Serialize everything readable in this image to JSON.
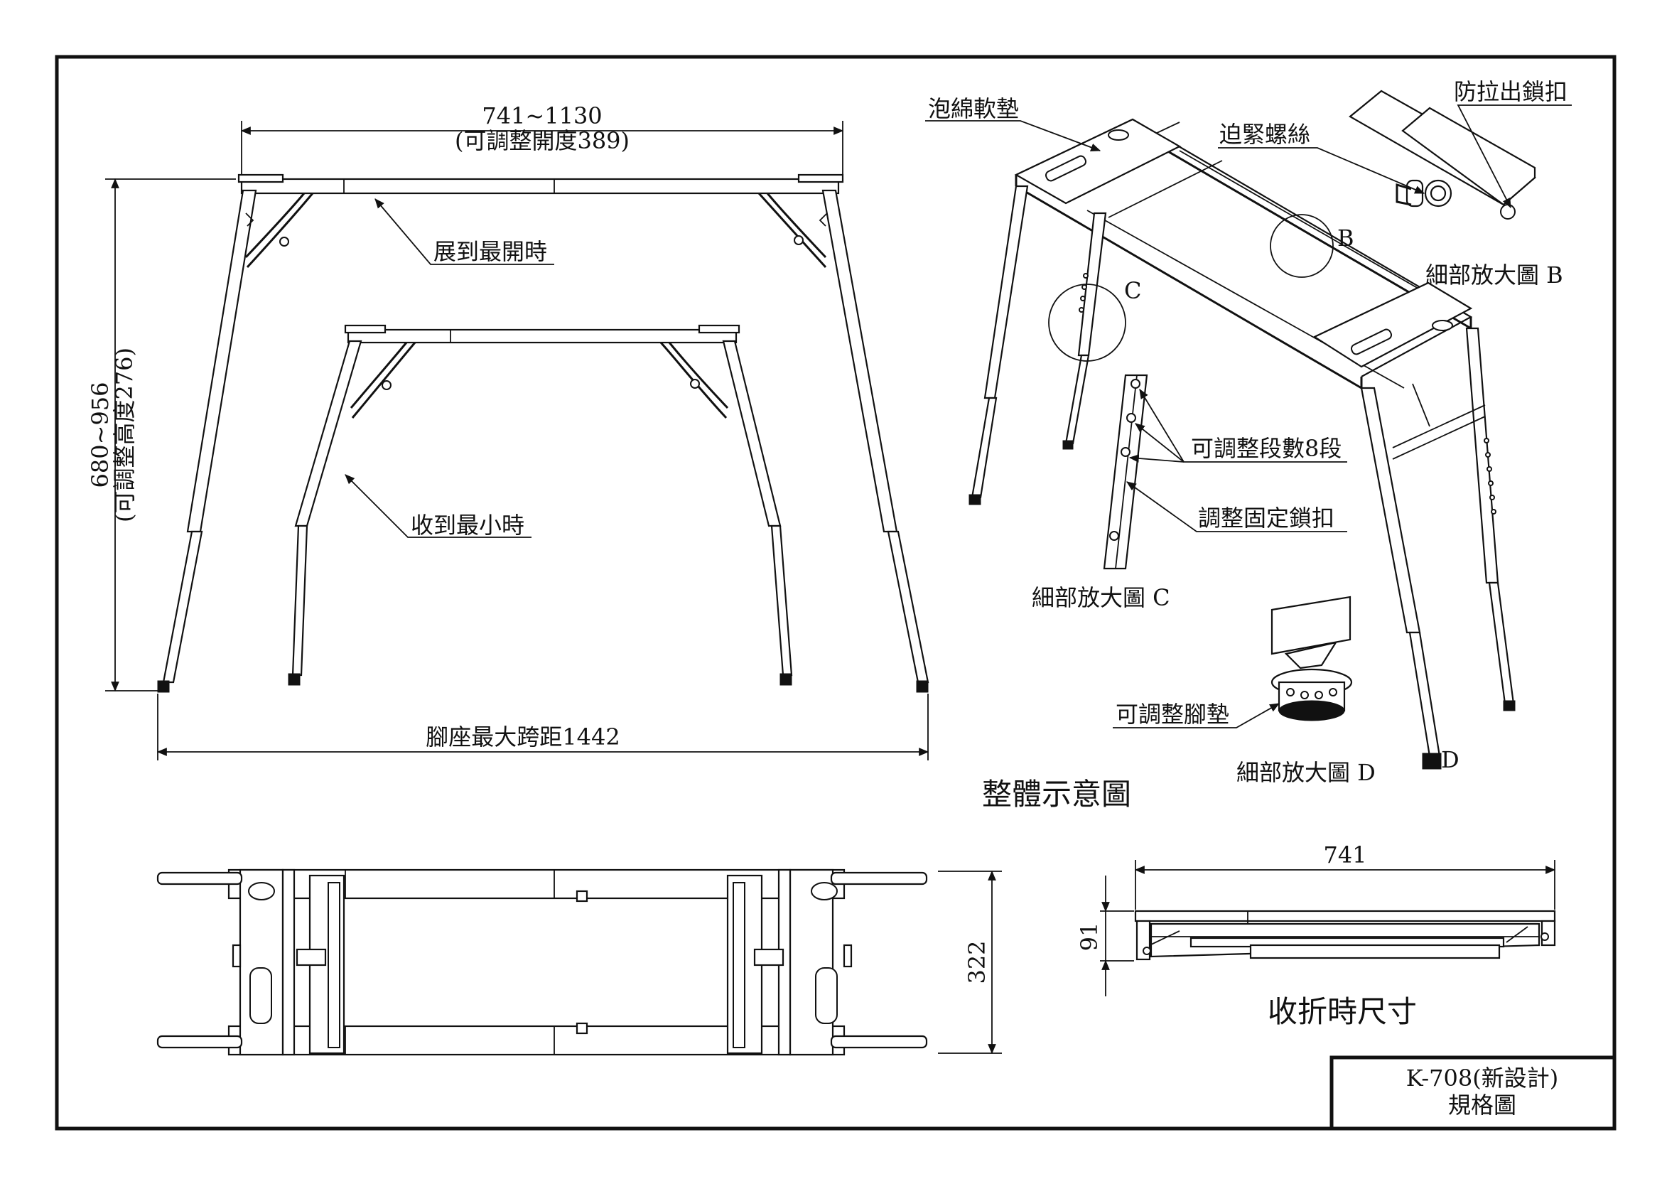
{
  "front_view": {
    "width_dim": "741~1130",
    "width_note": "(可調整開度389)",
    "height_dim": "680~956",
    "height_note": "(可調整高度276)",
    "max_open_label": "展到最開時",
    "min_close_label": "收到最小時",
    "foot_span_label": "腳座最大跨距1442"
  },
  "iso_view": {
    "foam_pad_label": "泡綿軟墊",
    "lock_screw_label": "迫緊螺絲",
    "anti_pull_lock_label": "防拉出鎖扣",
    "detail_b_label": "細部放大圖 B",
    "detail_c_label": "細部放大圖 C",
    "detail_d_label": "細部放大圖 D",
    "adjust_steps_label": "可調整段數8段",
    "adjust_lock_label": "調整固定鎖扣",
    "adjustable_foot_label": "可調整腳墊",
    "caption": "整體示意圖",
    "marker_b": "B",
    "marker_c": "C",
    "marker_d": "D"
  },
  "top_view": {
    "depth_dim": "322"
  },
  "folded_view": {
    "width_dim": "741",
    "height_dim": "91",
    "caption": "收折時尺寸"
  },
  "title_block": {
    "model": "K-708(新設計)",
    "doc_type": "規格圖"
  }
}
